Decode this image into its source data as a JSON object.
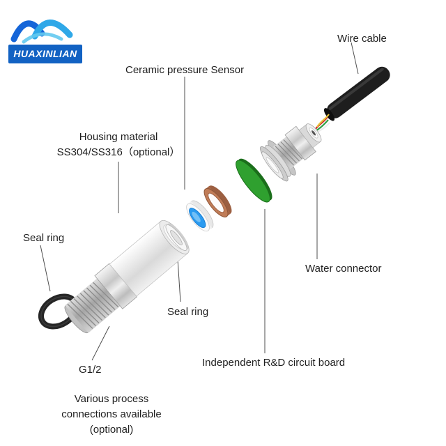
{
  "logo": {
    "brand": "HUAXINLIAN"
  },
  "labels": {
    "wire_cable": "Wire cable",
    "ceramic_sensor": "Ceramic pressure Sensor",
    "housing_material": "Housing material\nSS304/SS316（optional）",
    "seal_ring_left": "Seal ring",
    "seal_ring_mid": "Seal ring",
    "water_connector": "Water connector",
    "g_thread": "G1/2",
    "various_process": "Various process\nconnections available\n(optional)",
    "circuit_board": "Independent R&D circuit board"
  },
  "colors": {
    "brand_blue": "#1262c3",
    "board_green": "#2fa02f",
    "sensor_blue": "#2b9bf0",
    "copper": "#c07c57",
    "cable_black": "#1e1e1e"
  }
}
